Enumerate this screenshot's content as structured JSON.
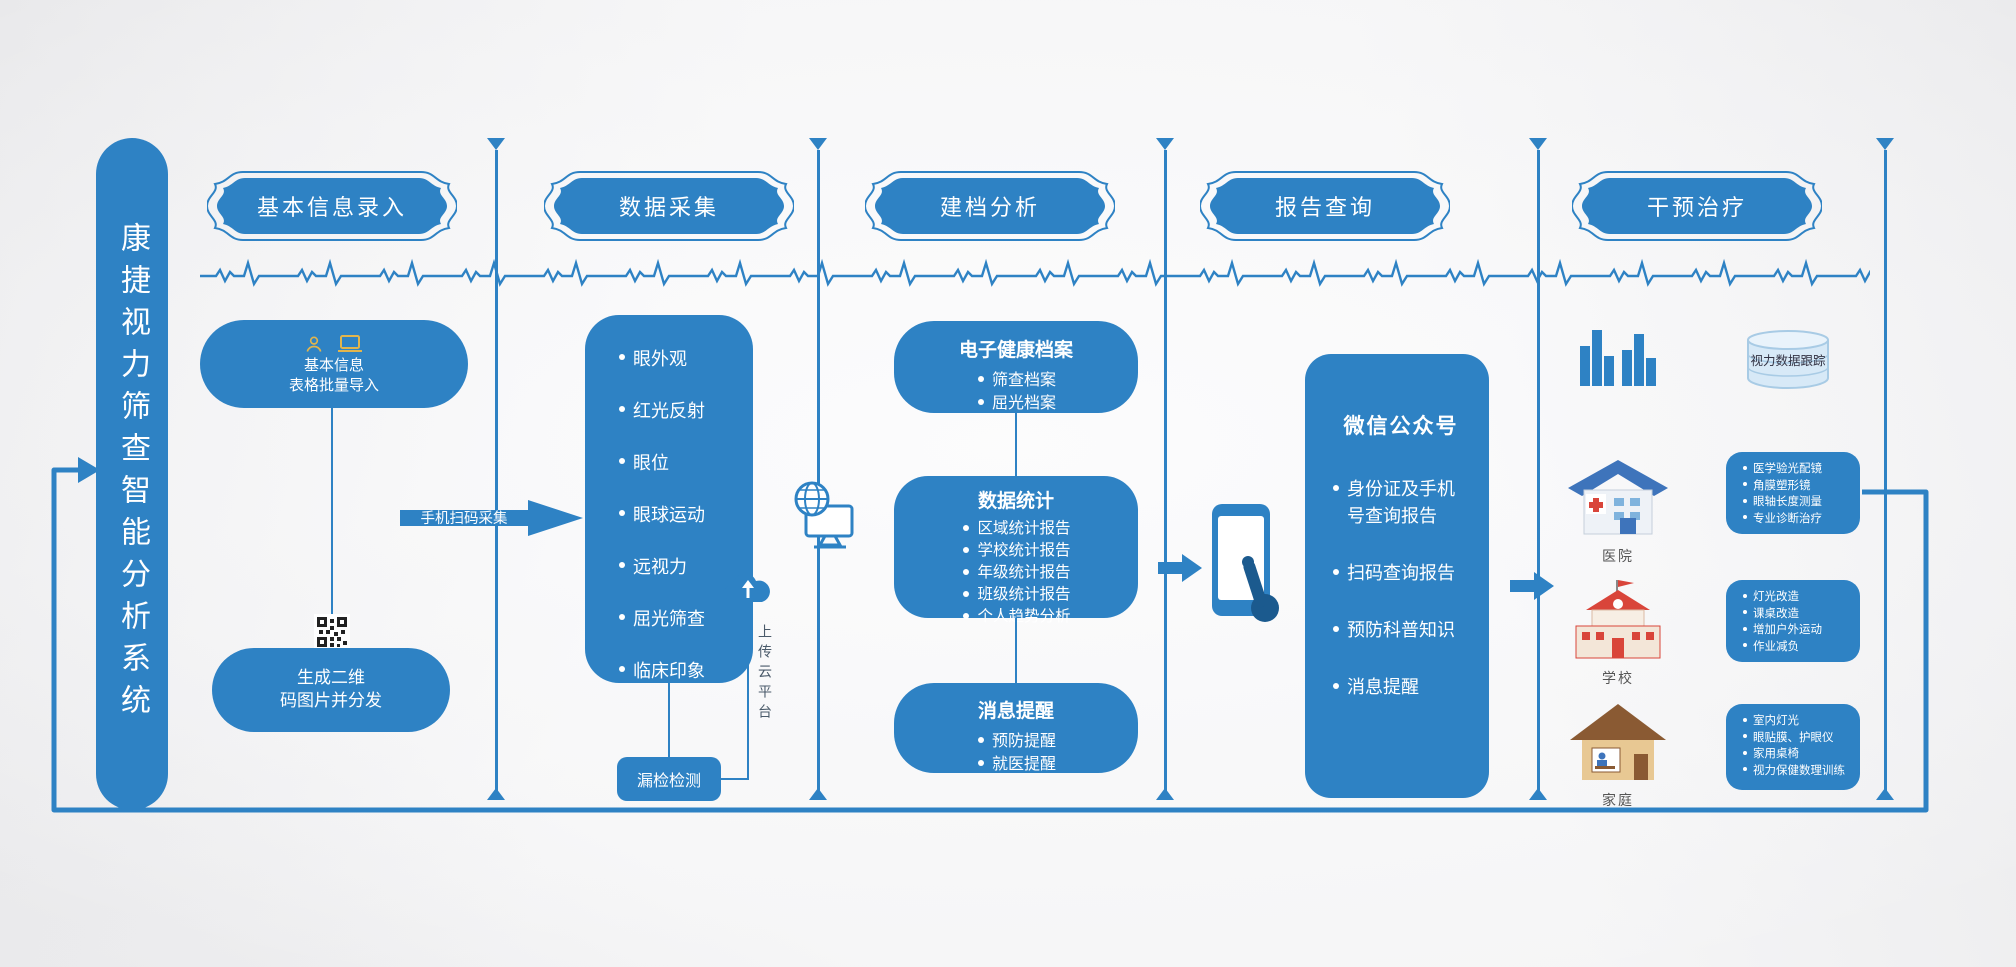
{
  "system_title": "康捷视力筛查智能分析系统",
  "stages": [
    {
      "label": "基本信息录入"
    },
    {
      "label": "数据采集"
    },
    {
      "label": "建档分析"
    },
    {
      "label": "报告查询"
    },
    {
      "label": "干预治疗"
    }
  ],
  "col1": {
    "import_box": {
      "line1": "基本信息",
      "line2": "表格批量导入"
    },
    "qr_box": {
      "line1": "生成二维",
      "line2": "码图片并分发"
    },
    "scan_arrow_label": "手机扫码采集"
  },
  "col2": {
    "items": [
      "眼外观",
      "红光反射",
      "眼位",
      "眼球运动",
      "远视力",
      "屈光筛查",
      "临床印象"
    ],
    "miss_check_label": "漏检检测",
    "upload_label": "上传云平台"
  },
  "col3": {
    "ehr": {
      "title": "电子健康档案",
      "items": [
        "筛查档案",
        "屈光档案"
      ]
    },
    "stats": {
      "title": "数据统计",
      "items": [
        "区域统计报告",
        "学校统计报告",
        "年级统计报告",
        "班级统计报告",
        "个人趋势分析"
      ]
    },
    "notify": {
      "title": "消息提醒",
      "items": [
        "预防提醒",
        "就医提醒"
      ]
    }
  },
  "col4": {
    "title": "微信公众号",
    "items": [
      "身份证及手机号查询报告",
      "扫码查询报告",
      "预防科普知识",
      "消息提醒"
    ]
  },
  "col5": {
    "tracking_label": "视力数据跟踪",
    "hospital": {
      "label": "医院",
      "items": [
        "医学验光配镜",
        "角膜塑形镜",
        "眼轴长度测量",
        "专业诊断治疗"
      ]
    },
    "school": {
      "label": "学校",
      "items": [
        "灯光改造",
        "课桌改造",
        "增加户外运动",
        "作业减负"
      ]
    },
    "family": {
      "label": "家庭",
      "items": [
        "室内灯光",
        "眼贴膜、护眼仪",
        "家用桌椅",
        "视力保健数理训练"
      ]
    }
  },
  "colors": {
    "primary": "#2e82c4",
    "primary-dark": "#1b5a8e",
    "gold": "#e2b54d",
    "red": "#d9453a",
    "cyl-fill": "#d7e9f7",
    "cyl-stroke": "#a8cbe5",
    "ink": "#4a5a6a"
  }
}
